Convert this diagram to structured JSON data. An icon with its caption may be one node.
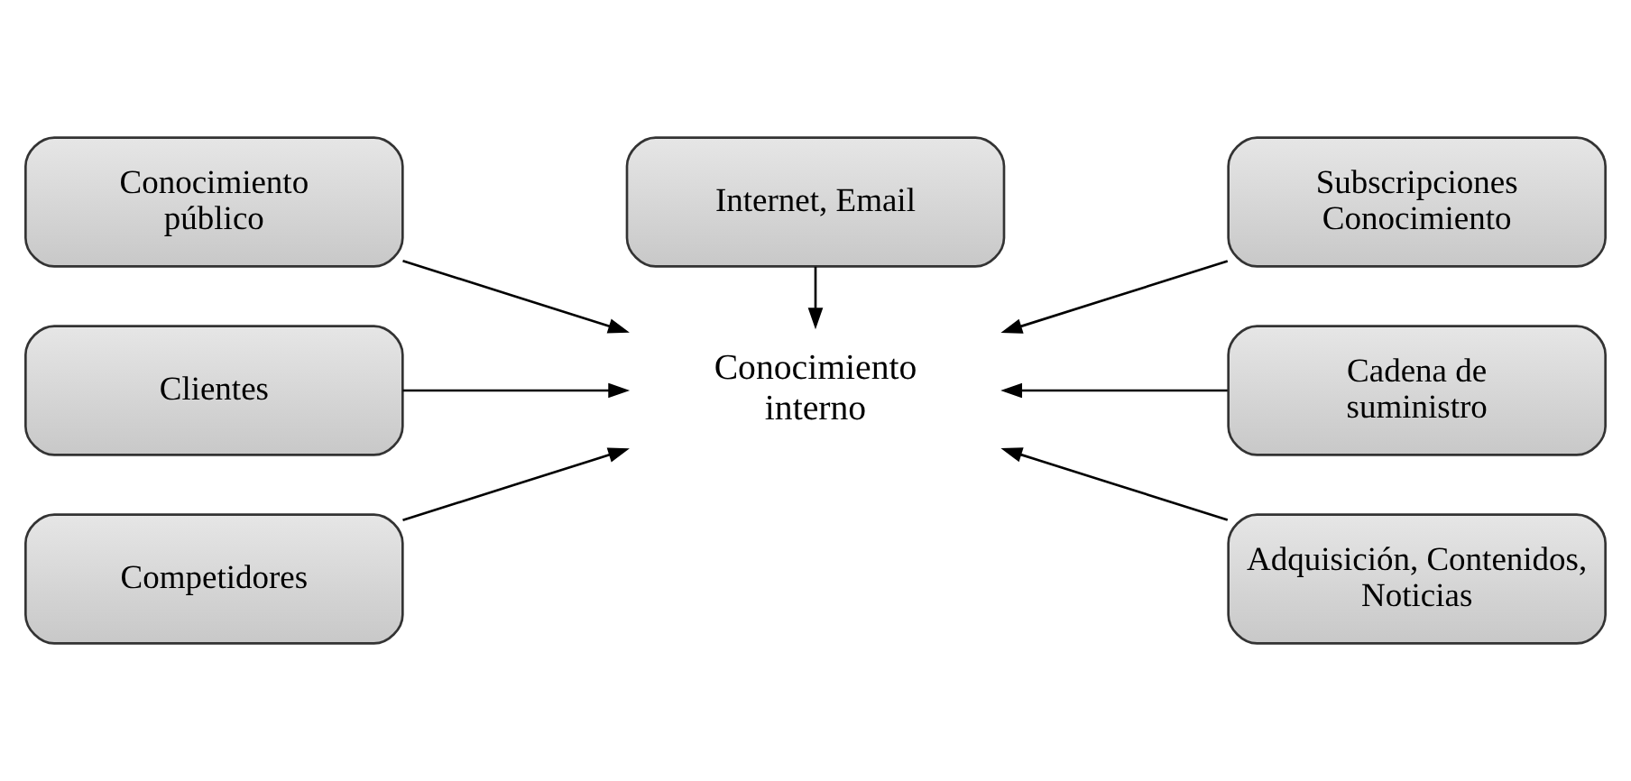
{
  "diagram": {
    "nodes": [
      {
        "text": [
          "Internet, Email"
        ]
      },
      {
        "text": [
          "Conocimiento público"
        ]
      },
      {
        "text": [
          "Subscripciones Conocimiento"
        ]
      },
      {
        "text": [
          "Clientes"
        ]
      },
      {
        "text": [
          "Conocimiento interno"
        ]
      },
      {
        "text": [
          "Cadena de suministro"
        ]
      },
      {
        "text": [
          "Competidores"
        ]
      },
      {
        "text": [
          "Adquisición, Contenidos, Noticias"
        ]
      }
    ],
    "edges": [
      {
        "from": 0,
        "to": 4,
        "arrow": "to"
      },
      {
        "from": 1,
        "to": 4,
        "arrow": "to"
      },
      {
        "from": 2,
        "to": 4,
        "arrow": "to"
      },
      {
        "from": 3,
        "to": 4,
        "arrow": "to"
      },
      {
        "from": 5,
        "to": 4,
        "arrow": "to"
      },
      {
        "from": 6,
        "to": 4,
        "arrow": "to"
      },
      {
        "from": 7,
        "to": 4,
        "arrow": "to"
      }
    ]
  }
}
